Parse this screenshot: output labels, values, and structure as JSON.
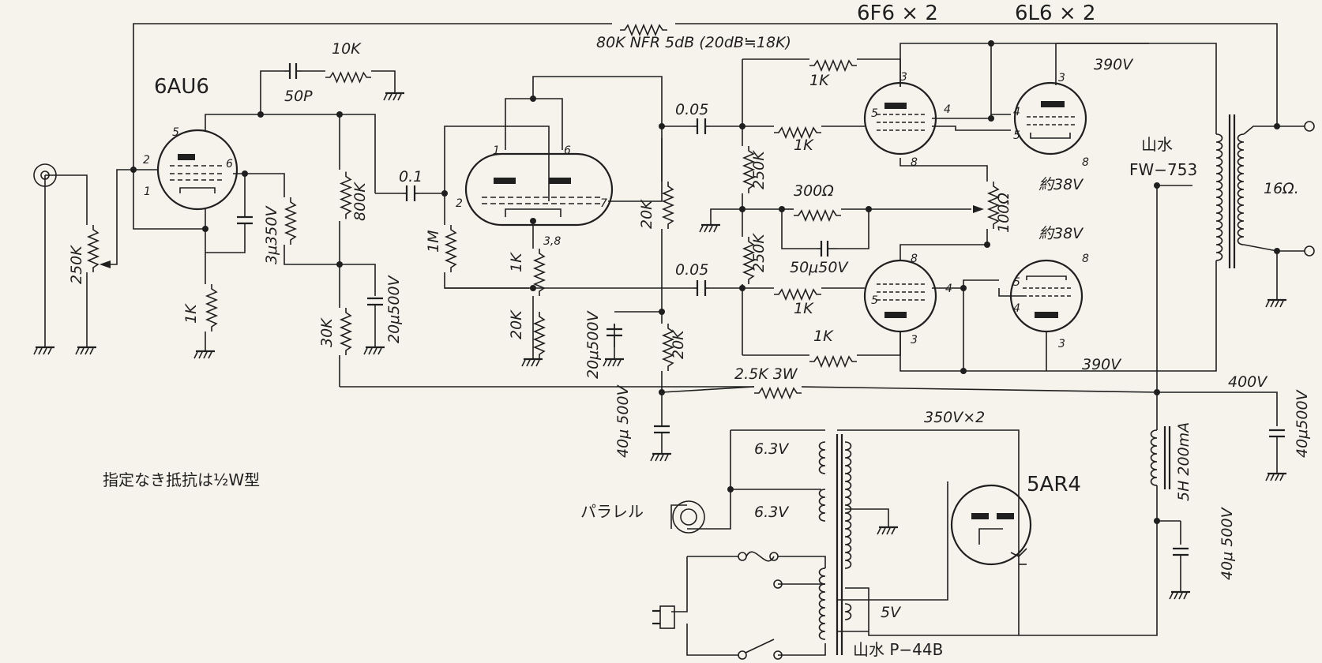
{
  "tubes": {
    "input": "6AU6",
    "phase_inverter_pins_a": "1",
    "phase_inverter_pins_b": "6",
    "phase_inverter_pin_2": "2",
    "phase_inverter_pin_7": "7",
    "phase_inverter_cathode": "3,8",
    "driver": "6F6 × 2",
    "output": "6L6 × 2",
    "rectifier": "5AR4"
  },
  "pins": {
    "p1": "1",
    "p2": "2",
    "p3": "3",
    "p4": "4",
    "p5": "5",
    "p6": "6",
    "p8": "8"
  },
  "components": {
    "nfb": "80K NFR 5dB (20dB≒18K)",
    "r_10k": "10K",
    "c_50p": "50P",
    "r_1k_a": "1K",
    "r_1k_b": "1K",
    "r_1k_c": "1K",
    "r_1k_d": "1K",
    "r_1k_e": "1K",
    "r_1k_f": "1K",
    "r_250k_in": "250K",
    "c_3u": "3μ350V",
    "r_800k": "800K",
    "r_30k": "30K",
    "c_20u_a": "20μ500V",
    "c_01": "0.1",
    "r_1m": "1M",
    "r_20k_a": "20K",
    "r_20k_b": "20K",
    "r_20k_c": "20K",
    "c_20u_b": "20μ500V",
    "c_005_a": "0.05",
    "c_005_b": "0.05",
    "r_250k_a": "250K",
    "r_250k_b": "250K",
    "r_300": "300Ω",
    "c_50u": "50μ50V",
    "r_100": "100Ω",
    "bias_a": "約38V",
    "bias_b": "約38V",
    "v390_a": "390V",
    "v390_b": "390V",
    "r_25k": "2.5K 3W",
    "v400": "400V",
    "c_40u_a": "40μ 500V",
    "c_40u_b": "40μ500V",
    "c_40u_c": "40μ 500V",
    "choke": "5H 200mA",
    "ot_brand": "山水",
    "ot_model": "FW−753",
    "speaker": "16Ω.",
    "ht": "350V×2",
    "heater_a": "6.3V",
    "heater_b": "6.3V",
    "heater_c": "5V",
    "parallel": "パラレル",
    "pt": "山水 P−44B",
    "note": "指定なき抵抗は½W型"
  }
}
